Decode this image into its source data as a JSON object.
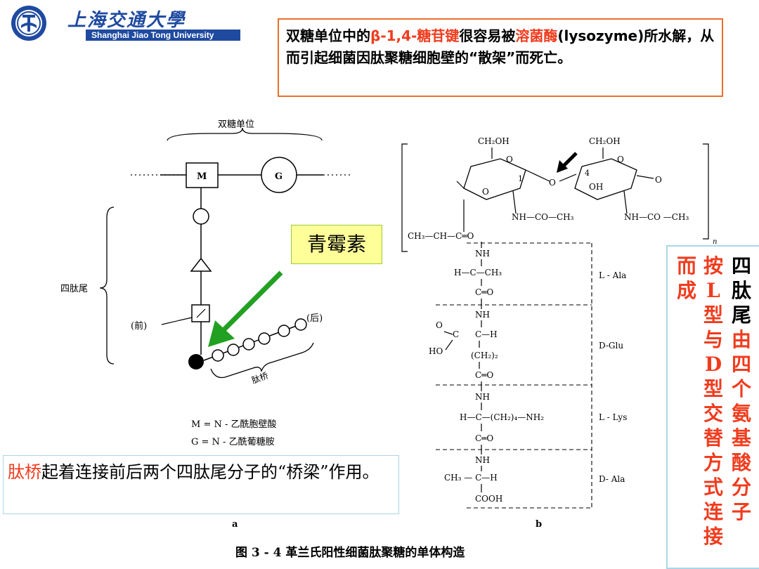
{
  "header": {
    "logo_cn": "上海交通大學",
    "logo_en": "Shanghai Jiao Tong University"
  },
  "top_note": {
    "part1": "双糖单位中的",
    "bond": "β-1,4-糖苷键",
    "part2": "很容易被",
    "enzyme": "溶菌酶",
    "part3": "(lysozyme)所水解，从而引起细菌因肽聚糖细胞壁的“散架”而死亡。"
  },
  "side_note": {
    "col1": [
      "而",
      "成"
    ],
    "col2": [
      "按",
      "L",
      "型",
      "与",
      "D",
      "型",
      "交",
      "替",
      "方",
      "式",
      "连",
      "接"
    ],
    "col3_black": [
      "四",
      "肽",
      "尾"
    ],
    "col3_red": [
      "由",
      "四",
      "个",
      "氨",
      "基",
      "酸",
      "分",
      "子"
    ]
  },
  "callouts": {
    "penicillin": "青霉素",
    "bridge_hl": "肽桥",
    "bridge_rest": "起着连接前后两个四肽尾分子的“桥梁”作用。"
  },
  "figure_a": {
    "disaccharide_label": "双糖单位",
    "m_label": "M",
    "g_label": "G",
    "tetrapeptide_label": "四肽尾",
    "front_label": "(前)",
    "back_label": "(后)",
    "bridge_label": "肽桥",
    "legend_m": "M = N - 乙酰胞壁酸",
    "legend_g": "G = N - 乙酰葡糖胺",
    "panel_label": "a"
  },
  "figure_b": {
    "ch2oh_1": "CH₂OH",
    "ch2oh_2": "CH₂OH",
    "o_ring1": "O",
    "o_ring2": "O",
    "o_link": "O",
    "num_1": "1",
    "num_4": "4",
    "o_left": "O",
    "oh": "OH",
    "o_right": "O",
    "nhco1": "NH—CO—CH₃",
    "nhco2": "NH—CO —CH₃",
    "subscript_n": "n",
    "lactyl": "CH₃—CH—C═O",
    "ala1": [
      "NH",
      "H—C—CH₃",
      "C═O"
    ],
    "glu": [
      "NH",
      "C—H",
      "(CH₂)₂",
      "C═O"
    ],
    "glu_o": "O",
    "glu_ho": "HO",
    "glu_c": "C",
    "lys": [
      "NH",
      "H—C—(CH₂)₄—NH₂",
      "C═O"
    ],
    "ala2": [
      "NH",
      "CH₃ — C—H",
      "COOH"
    ],
    "labels": [
      "L - Ala",
      "D-Glu",
      "L - Lys",
      "D- Ala"
    ],
    "panel_label": "b"
  },
  "caption": "图 3 - 4    革兰氏阳性细菌肽聚糖的单体构造",
  "colors": {
    "accent_red": "#f03c1e",
    "box_orange": "#e8702a",
    "arrow_green": "#22a022",
    "highlight_yellow": "#ffff99",
    "logo_blue": "#1f4aa0"
  }
}
